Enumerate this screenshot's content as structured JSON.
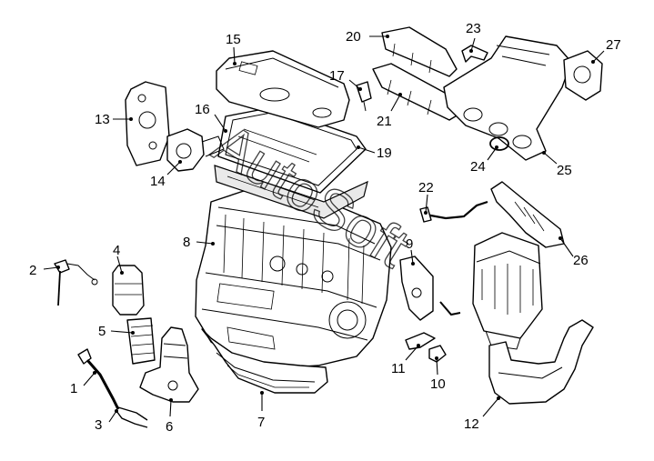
{
  "watermark": "AutoSoft",
  "callouts": [
    {
      "id": "c1",
      "label": "1"
    },
    {
      "id": "c2",
      "label": "2"
    },
    {
      "id": "c3",
      "label": "3"
    },
    {
      "id": "c4",
      "label": "4"
    },
    {
      "id": "c5",
      "label": "5"
    },
    {
      "id": "c6",
      "label": "6"
    },
    {
      "id": "c7",
      "label": "7"
    },
    {
      "id": "c8",
      "label": "8"
    },
    {
      "id": "c9",
      "label": "9"
    },
    {
      "id": "c10",
      "label": "10"
    },
    {
      "id": "c11",
      "label": "11"
    },
    {
      "id": "c12",
      "label": "12"
    },
    {
      "id": "c13",
      "label": "13"
    },
    {
      "id": "c14",
      "label": "14"
    },
    {
      "id": "c15",
      "label": "15"
    },
    {
      "id": "c16",
      "label": "16"
    },
    {
      "id": "c17",
      "label": "17"
    },
    {
      "id": "c19",
      "label": "19"
    },
    {
      "id": "c20",
      "label": "20"
    },
    {
      "id": "c21",
      "label": "21"
    },
    {
      "id": "c22",
      "label": "22"
    },
    {
      "id": "c23",
      "label": "23"
    },
    {
      "id": "c24",
      "label": "24"
    },
    {
      "id": "c25",
      "label": "25"
    },
    {
      "id": "c26",
      "label": "26"
    },
    {
      "id": "c27",
      "label": "27"
    }
  ]
}
